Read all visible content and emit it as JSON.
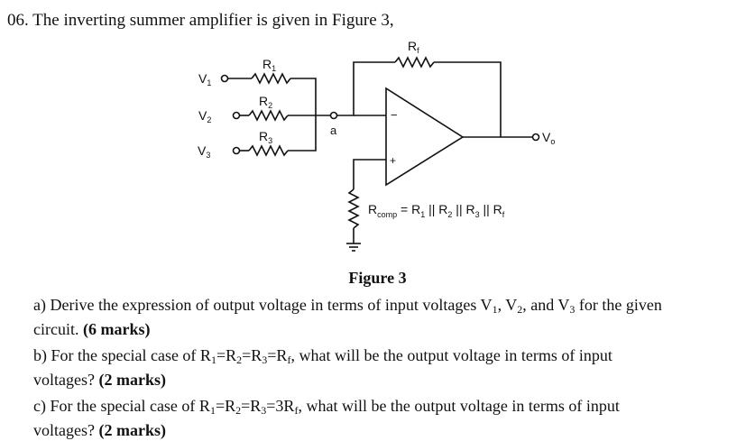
{
  "question": {
    "title": "06. The inverting summer amplifier is given in Figure 3,"
  },
  "figure": {
    "caption": "Figure 3",
    "labels": {
      "rf": "R",
      "rf_sub": "f",
      "r1": "R",
      "r1_sub": "1",
      "r2": "R",
      "r2_sub": "2",
      "r3": "R",
      "r3_sub": "3",
      "v1": "V",
      "v1_sub": "1",
      "v2": "V",
      "v2_sub": "2",
      "v3": "V",
      "v3_sub": "3",
      "vo": "V",
      "vo_sub": "o",
      "node_a": "a",
      "minus": "−",
      "plus": "+",
      "rcomp": "R",
      "rcomp_sub": "comp",
      "rcomp_eq": " = R",
      "eq_s1": "1",
      "eq_p1": " || R",
      "eq_s2": "2",
      "eq_p2": " || R",
      "eq_s3": "3",
      "eq_p3": " || R",
      "eq_sf": "f"
    }
  },
  "parts": {
    "a": {
      "l1_a": "a) Derive the expression of output voltage in terms of input voltages V",
      "l1_s1": "1",
      "l1_b": ", V",
      "l1_s2": "2",
      "l1_c": ", and V",
      "l1_s3": "3",
      "l1_d": " for the given",
      "l2_text": "circuit. ",
      "marks": "(6 marks)"
    },
    "b": {
      "l1_a": "b) For the special case of R",
      "l1_s1": "1",
      "l1_b": "=R",
      "l1_s2": "2",
      "l1_c": "=R",
      "l1_s3": "3",
      "l1_d": "=R",
      "l1_sf": "f",
      "l1_e": ", what will be the output voltage in terms of input",
      "l2_text": "voltages? ",
      "marks": "(2 marks)"
    },
    "c": {
      "l1_a": "c) For the special case of R",
      "l1_s1": "1",
      "l1_b": "=R",
      "l1_s2": "2",
      "l1_c": "=R",
      "l1_s3": "3",
      "l1_d": "=3R",
      "l1_sf": "f",
      "l1_e": ", what will be the output voltage in terms of input",
      "l2_text": "voltages? ",
      "marks": "(2 marks)"
    }
  }
}
